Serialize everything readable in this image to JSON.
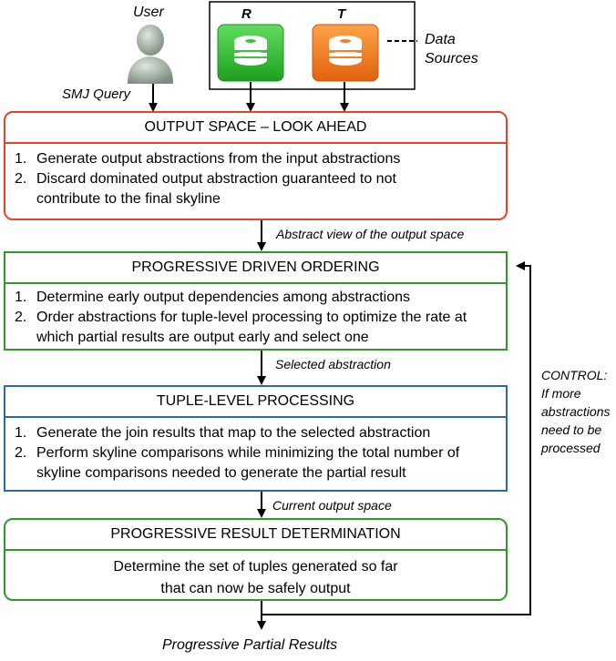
{
  "top": {
    "user_label": "User",
    "query_label": "SMJ Query",
    "source_r": "R",
    "source_t": "T",
    "data_sources_line1": "Data",
    "data_sources_line2": "Sources"
  },
  "boxes": {
    "output_space": {
      "title": "OUTPUT SPACE – LOOK AHEAD",
      "items": [
        {
          "num": "1.",
          "text": "Generate output abstractions from the input abstractions"
        },
        {
          "num": "2.",
          "text": "Discard dominated output abstraction guaranteed to not contribute to the final skyline"
        }
      ]
    },
    "progressive_ordering": {
      "title": "PROGRESSIVE DRIVEN ORDERING",
      "items": [
        {
          "num": "1.",
          "text": "Determine early output dependencies among abstractions"
        },
        {
          "num": "2.",
          "text": "Order abstractions for tuple-level processing to optimize the rate at which partial results are output early and select one"
        }
      ]
    },
    "tuple_processing": {
      "title": "TUPLE-LEVEL PROCESSING",
      "items": [
        {
          "num": "1.",
          "text": "Generate the join results that map to the selected abstraction"
        },
        {
          "num": "2.",
          "text": "Perform skyline comparisons while minimizing the total number of skyline comparisons needed to generate the partial result"
        }
      ]
    },
    "result_determination": {
      "title": "PROGRESSIVE RESULT DETERMINATION",
      "line1": "Determine the set of tuples generated so far",
      "line2": "that can now be safely output"
    }
  },
  "edges": {
    "abstract_view": "Abstract view of the output space",
    "selected_abstraction": "Selected abstraction",
    "current_output": "Current output space",
    "control_lines": [
      "CONTROL:",
      "If more",
      "abstractions",
      "need to be",
      "processed"
    ],
    "final_output": "Progressive Partial Results"
  },
  "colors": {
    "red_border": "#e8412c",
    "green_border": "#2f9a2a",
    "blue_border": "#2e6aa6",
    "db_green": "#3cc43c",
    "db_orange": "#f57f22",
    "user_gray": "#9aa89a"
  }
}
